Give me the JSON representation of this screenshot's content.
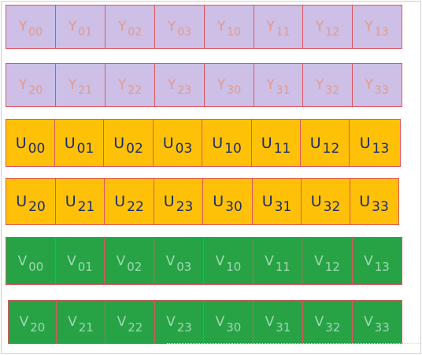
{
  "colors": {
    "y_fill": "#cdbfe6",
    "y_text": "#e29a8c",
    "u_fill": "#ffc107",
    "u_text": "#1b2d6b",
    "v_fill": "#27a346",
    "v_text": "#9fd8b1",
    "border": "#e0545f"
  },
  "rows": [
    {
      "plane": "Y",
      "cells": [
        {
          "sym": "Y",
          "sub": "00"
        },
        {
          "sym": "Y",
          "sub": "01"
        },
        {
          "sym": "Y",
          "sub": "02"
        },
        {
          "sym": "Y",
          "sub": "03"
        },
        {
          "sym": "Y",
          "sub": "10"
        },
        {
          "sym": "Y",
          "sub": "11"
        },
        {
          "sym": "Y",
          "sub": "12"
        },
        {
          "sym": "Y",
          "sub": "13"
        }
      ]
    },
    {
      "plane": "Y",
      "cells": [
        {
          "sym": "Y",
          "sub": "20"
        },
        {
          "sym": "Y",
          "sub": "21"
        },
        {
          "sym": "Y",
          "sub": "22"
        },
        {
          "sym": "Y",
          "sub": "23"
        },
        {
          "sym": "Y",
          "sub": "30"
        },
        {
          "sym": "Y",
          "sub": "31"
        },
        {
          "sym": "Y",
          "sub": "32"
        },
        {
          "sym": "Y",
          "sub": "33"
        }
      ]
    },
    {
      "plane": "U",
      "cells": [
        {
          "sym": "U",
          "sub": "00"
        },
        {
          "sym": "U",
          "sub": "01"
        },
        {
          "sym": "U",
          "sub": "02"
        },
        {
          "sym": "U",
          "sub": "03"
        },
        {
          "sym": "U",
          "sub": "10"
        },
        {
          "sym": "U",
          "sub": "11"
        },
        {
          "sym": "U",
          "sub": "12"
        },
        {
          "sym": "U",
          "sub": "13"
        }
      ]
    },
    {
      "plane": "U",
      "cells": [
        {
          "sym": "U",
          "sub": "20"
        },
        {
          "sym": "U",
          "sub": "21"
        },
        {
          "sym": "U",
          "sub": "22"
        },
        {
          "sym": "U",
          "sub": "23"
        },
        {
          "sym": "U",
          "sub": "30"
        },
        {
          "sym": "U",
          "sub": "31"
        },
        {
          "sym": "U",
          "sub": "32"
        },
        {
          "sym": "U",
          "sub": "33"
        }
      ]
    },
    {
      "plane": "V",
      "cells": [
        {
          "sym": "V",
          "sub": "00"
        },
        {
          "sym": "V",
          "sub": "01"
        },
        {
          "sym": "V",
          "sub": "02"
        },
        {
          "sym": "V",
          "sub": "03"
        },
        {
          "sym": "V",
          "sub": "10"
        },
        {
          "sym": "V",
          "sub": "11"
        },
        {
          "sym": "V",
          "sub": "12"
        },
        {
          "sym": "V",
          "sub": "13"
        }
      ]
    },
    {
      "plane": "V",
      "cells": [
        {
          "sym": "V",
          "sub": "20"
        },
        {
          "sym": "V",
          "sub": "21"
        },
        {
          "sym": "V",
          "sub": "22"
        },
        {
          "sym": "V",
          "sub": "23"
        },
        {
          "sym": "V",
          "sub": "30"
        },
        {
          "sym": "V",
          "sub": "31"
        },
        {
          "sym": "V",
          "sub": "32"
        },
        {
          "sym": "V",
          "sub": "33"
        }
      ]
    }
  ]
}
